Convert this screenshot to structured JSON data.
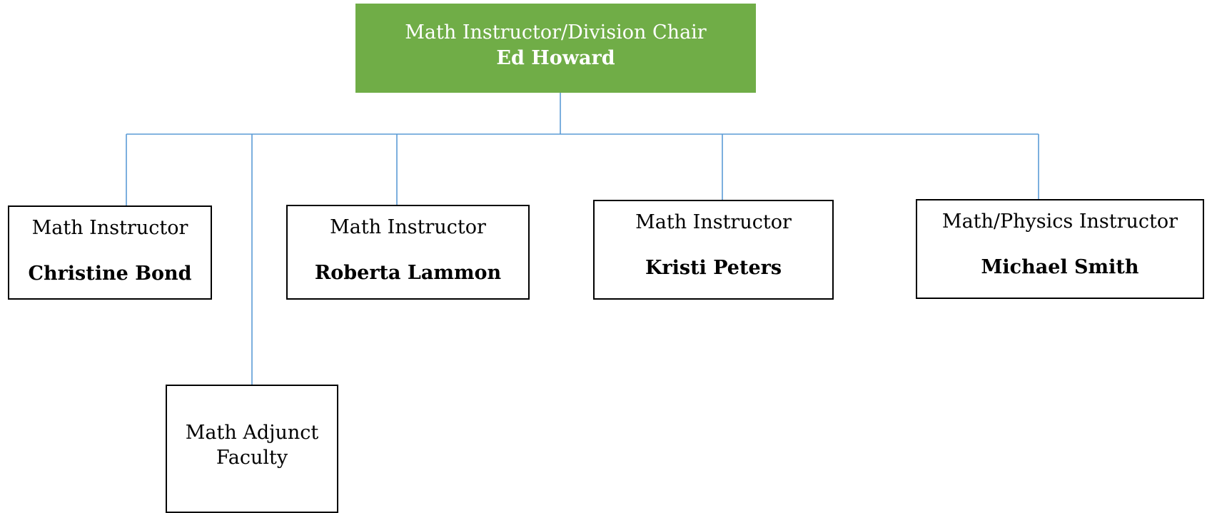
{
  "org_chart": {
    "colors": {
      "head_fill": "#70ad47",
      "head_text": "#ffffff",
      "box_border": "#000000",
      "connector": "#5b9bd5"
    },
    "head": {
      "role": "Math Instructor/Division Chair",
      "name": "Ed Howard"
    },
    "members": [
      {
        "role": "Math Instructor",
        "name": "Christine Bond"
      },
      {
        "role": "Math Adjunct Faculty"
      },
      {
        "role": "Math Instructor",
        "name": "Roberta Lammon"
      },
      {
        "role": "Math Instructor",
        "name": "Kristi Peters"
      },
      {
        "role": "Math/Physics Instructor",
        "name": "Michael Smith"
      }
    ]
  }
}
